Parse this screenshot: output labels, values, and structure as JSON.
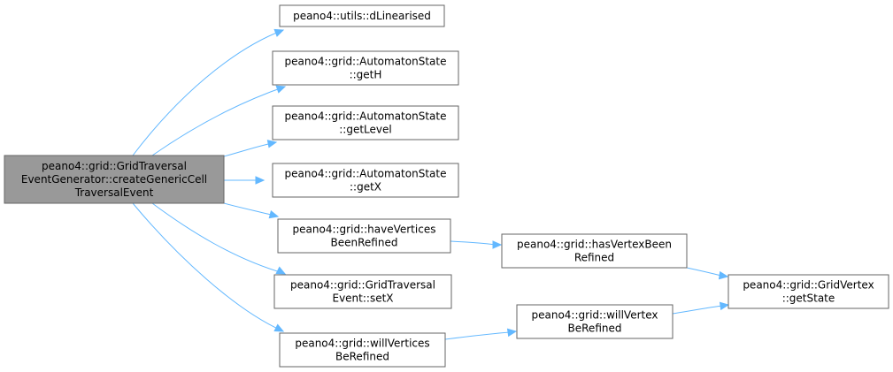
{
  "colors": {
    "root_fill": "#999999",
    "node_fill": "#ffffff",
    "node_border": "#666666",
    "edge": "#63b8ff"
  },
  "nodes": [
    {
      "id": "root",
      "lines": [
        "peano4::grid::GridTraversal",
        "EventGenerator::createGenericCell",
        "TraversalEvent"
      ]
    },
    {
      "id": "dLinearised",
      "lines": [
        "peano4::utils::dLinearised"
      ]
    },
    {
      "id": "getH",
      "lines": [
        "peano4::grid::AutomatonState",
        "::getH"
      ]
    },
    {
      "id": "getLevel",
      "lines": [
        "peano4::grid::AutomatonState",
        "::getLevel"
      ]
    },
    {
      "id": "getX",
      "lines": [
        "peano4::grid::AutomatonState",
        "::getX"
      ]
    },
    {
      "id": "haveVerticesBeenRefined",
      "lines": [
        "peano4::grid::haveVertices",
        "BeenRefined"
      ]
    },
    {
      "id": "setX",
      "lines": [
        "peano4::grid::GridTraversal",
        "Event::setX"
      ]
    },
    {
      "id": "willVerticesBeRefined",
      "lines": [
        "peano4::grid::willVertices",
        "BeRefined"
      ]
    },
    {
      "id": "hasVertexBeenRefined",
      "lines": [
        "peano4::grid::hasVertexBeen",
        "Refined"
      ]
    },
    {
      "id": "willVertexBeRefined",
      "lines": [
        "peano4::grid::willVertex",
        "BeRefined"
      ]
    },
    {
      "id": "getState",
      "lines": [
        "peano4::grid::GridVertex",
        "::getState"
      ]
    }
  ],
  "edges": [
    {
      "from": "root",
      "to": "dLinearised"
    },
    {
      "from": "root",
      "to": "getH"
    },
    {
      "from": "root",
      "to": "getLevel"
    },
    {
      "from": "root",
      "to": "getX"
    },
    {
      "from": "root",
      "to": "haveVerticesBeenRefined"
    },
    {
      "from": "root",
      "to": "setX"
    },
    {
      "from": "root",
      "to": "willVerticesBeRefined"
    },
    {
      "from": "haveVerticesBeenRefined",
      "to": "hasVertexBeenRefined"
    },
    {
      "from": "hasVertexBeenRefined",
      "to": "getState"
    },
    {
      "from": "willVerticesBeRefined",
      "to": "willVertexBeRefined"
    },
    {
      "from": "willVertexBeRefined",
      "to": "getState"
    }
  ]
}
